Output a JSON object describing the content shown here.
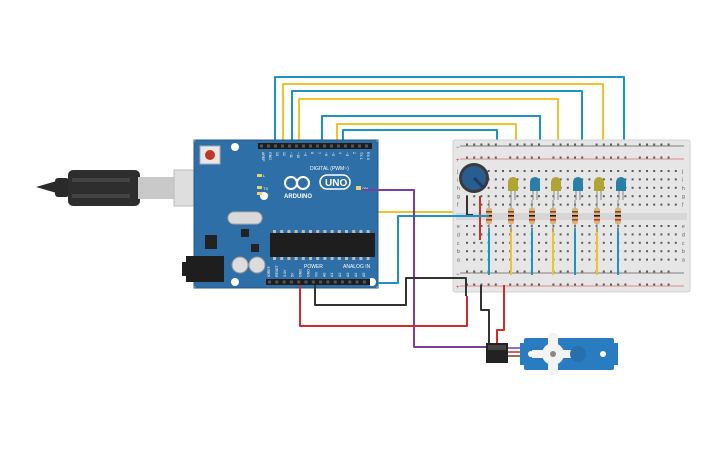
{
  "board": {
    "logo_text": "ARDUINO",
    "model_text": "UNO",
    "digital_label": "DIGITAL (PWM~)",
    "power_label": "POWER",
    "analog_label": "ANALOG IN",
    "on_label": "ON",
    "tx_label": "TX",
    "rx_label": "RX",
    "l_label": "L",
    "top_pins": [
      "AREF",
      "GND",
      "13",
      "12",
      "~11",
      "~10",
      "~9",
      "8",
      "7",
      "~6",
      "~5",
      "4",
      "~3",
      "2",
      "TX 1",
      "RX 0"
    ],
    "bottom_pins": [
      "IOREF",
      "RESET",
      "3.3V",
      "5V",
      "GND",
      "GND",
      "Vin",
      "A0",
      "A1",
      "A2",
      "A3",
      "A4",
      "A5"
    ],
    "color": "#2f6fa8"
  },
  "breadboard": {
    "color": "#e6e6e6",
    "row_letters_top": [
      "j",
      "i",
      "h",
      "g",
      "f"
    ],
    "row_letters_bottom": [
      "e",
      "d",
      "c",
      "b",
      "a"
    ],
    "plus": "+",
    "minus": "−"
  },
  "components": {
    "leds": [
      {
        "color": "#b0a530"
      },
      {
        "color": "#2a7fa8"
      },
      {
        "color": "#b0a530"
      },
      {
        "color": "#2a7fa8"
      },
      {
        "color": "#b0a530"
      },
      {
        "color": "#2a7fa8"
      }
    ],
    "potentiometer_color": "#2a5d8f",
    "servo_color": "#2a7cc0"
  },
  "wire_colors": {
    "blue": "#1b93c4",
    "yellow": "#f2c12e",
    "red": "#d12a2a",
    "black": "#333333",
    "purple": "#7a3e9d"
  }
}
